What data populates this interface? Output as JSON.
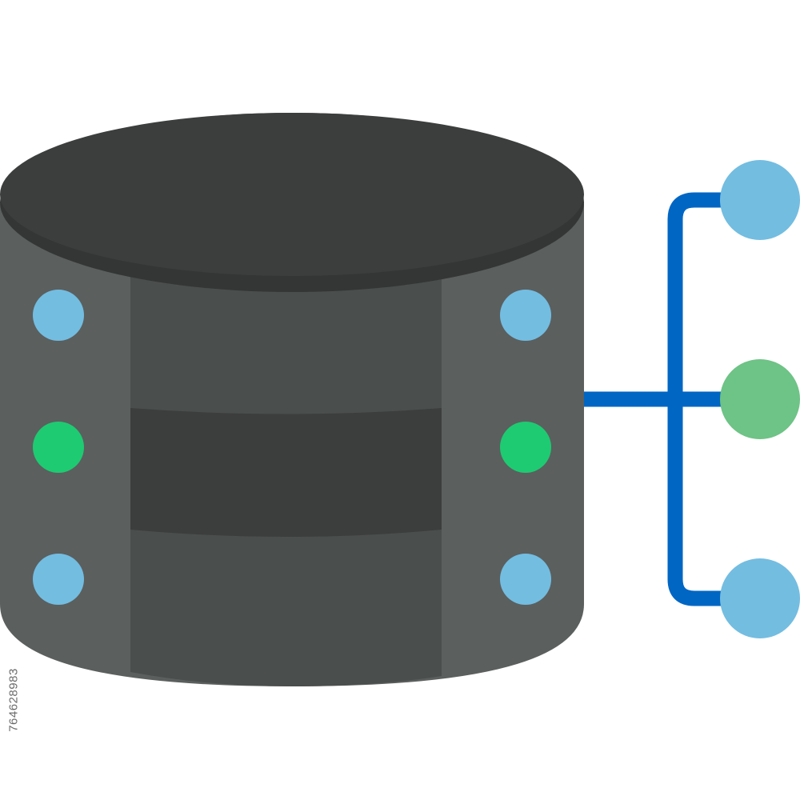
{
  "icon": {
    "name": "database-network-icon",
    "colors": {
      "cylinder_top": "#3c3e3d",
      "cylinder_top_rim": "#343635",
      "cylinder_side": "#5b5f5e",
      "cylinder_front": "#4a4e4d",
      "cylinder_front_dark_band": "#3c3e3d",
      "indicator_blue": "#73bde1",
      "indicator_green": "#1ecb72",
      "network_line": "#0066c4",
      "node_blue": "#73bde1",
      "node_green": "#6ec386",
      "background": "#ffffff"
    },
    "indicator_lights": {
      "left_column": [
        "blue",
        "green",
        "blue"
      ],
      "right_column": [
        "blue",
        "green",
        "blue"
      ]
    },
    "network_nodes": [
      "blue",
      "green",
      "blue"
    ]
  },
  "watermark": {
    "id_text": "764628983"
  }
}
